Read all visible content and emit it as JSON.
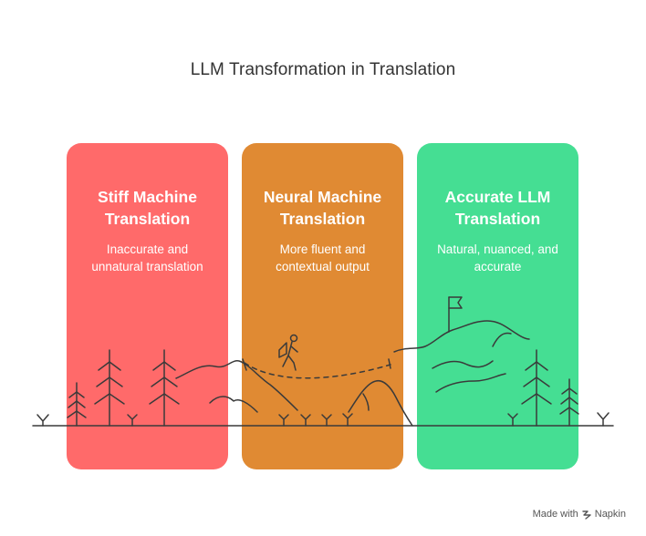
{
  "title": "LLM Transformation in Translation",
  "panels": [
    {
      "heading_line1": "Stiff Machine",
      "heading_line2": "Translation",
      "desc_line1": "Inaccurate and",
      "desc_line2": "unnatural translation",
      "color": "#FF6A6A"
    },
    {
      "heading_line1": "Neural Machine",
      "heading_line2": "Translation",
      "desc_line1": "More fluent and",
      "desc_line2": "contextual output",
      "color": "#E08A33"
    },
    {
      "heading_line1": "Accurate LLM",
      "heading_line2": "Translation",
      "desc_line1": "Natural, nuanced, and",
      "desc_line2": "accurate",
      "color": "#45DE93"
    }
  ],
  "footer": {
    "made_with": "Made with",
    "brand": "Napkin"
  }
}
